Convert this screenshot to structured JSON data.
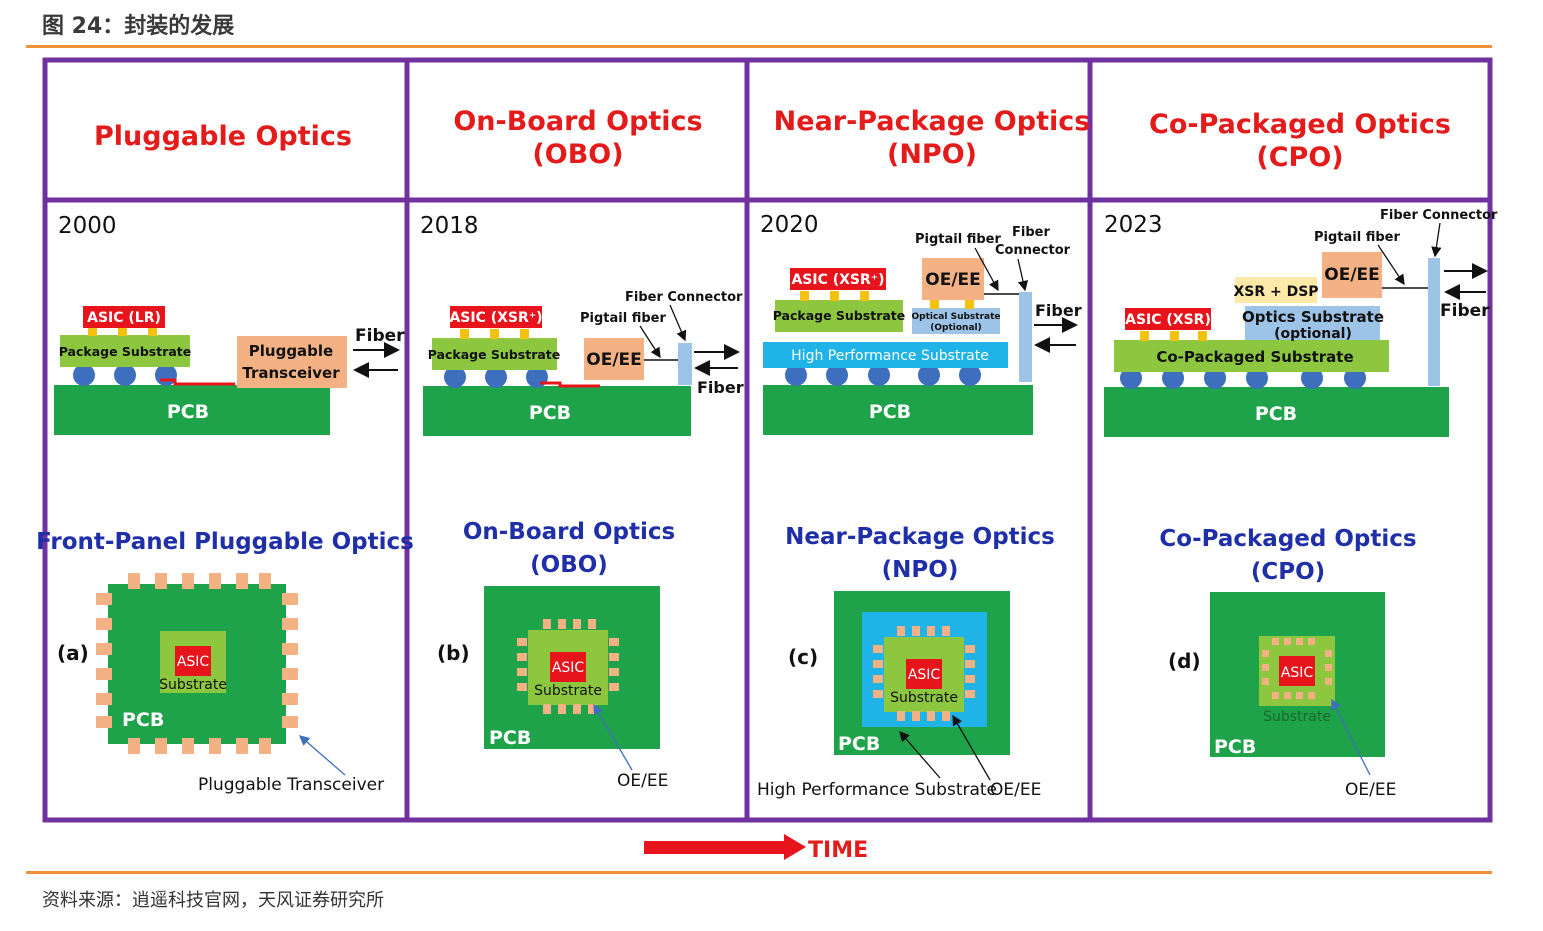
{
  "figure_title": "图 24：封装的发展",
  "source": "资料来源：逍遥科技官网，天风证券研究所",
  "panels": [
    {
      "header": [
        "Pluggable Optics"
      ],
      "year": "2000",
      "asic_label": "ASIC (LR)",
      "package_label": "Package Substrate",
      "module_label": [
        "Pluggable",
        "Transceiver"
      ],
      "fiber_label": "Fiber",
      "pcb_label": "PCB",
      "subtitle": [
        "Front-Panel Pluggable Optics"
      ],
      "letter": "(a)",
      "chip_asic": "ASIC",
      "chip_substrate": "Substrate",
      "chip_pcb": "PCB",
      "pointer_label": "Pluggable Transceiver"
    },
    {
      "header": [
        "On-Board Optics",
        "(OBO)"
      ],
      "year": "2018",
      "asic_label": "ASIC (XSR⁺)",
      "package_label": "Package Substrate",
      "oe_label": "OE/EE",
      "fiber_connector": "Fiber Connector",
      "pigtail": "Pigtail fiber",
      "fiber_label": "Fiber",
      "pcb_label": "PCB",
      "subtitle": [
        "On-Board Optics",
        "(OBO)"
      ],
      "letter": "(b)",
      "chip_asic": "ASIC",
      "chip_substrate": "Substrate",
      "chip_pcb": "PCB",
      "pointer_label": "OE/EE"
    },
    {
      "header": [
        "Near-Package Optics",
        "(NPO)"
      ],
      "year": "2020",
      "asic_label": "ASIC (XSR⁺)",
      "package_label": "Package Substrate",
      "oe_label": "OE/EE",
      "optical_sub": [
        "Optical Substrate",
        "(Optional)"
      ],
      "hps_label": "High Performance Substrate",
      "pigtail": "Pigtail fiber",
      "fiber_connector": [
        "Fiber",
        "Connector"
      ],
      "fiber_label": "Fiber",
      "pcb_label": "PCB",
      "subtitle": [
        "Near-Package Optics",
        "(NPO)"
      ],
      "letter": "(c)",
      "chip_asic": "ASIC",
      "chip_substrate": "Substrate",
      "chip_pcb": "PCB",
      "pointer_label_left": "High Performance Substrate",
      "pointer_label": "OE/EE"
    },
    {
      "header": [
        "Co-Packaged Optics",
        "(CPO)"
      ],
      "year": "2023",
      "asic_label": "ASIC (XSR)",
      "xsr_label": "XSR + DSP",
      "oe_label": "OE/EE",
      "optics_sub": [
        "Optics Substrate",
        "(optional)"
      ],
      "co_sub": "Co-Packaged Substrate",
      "pigtail": "Pigtail fiber",
      "fiber_connector": "Fiber Connector",
      "fiber_label": "Fiber",
      "pcb_label": "PCB",
      "subtitle": [
        "Co-Packaged Optics",
        "(CPO)"
      ],
      "letter": "(d)",
      "chip_asic": "ASIC",
      "chip_substrate": "Substrate",
      "chip_pcb": "PCB",
      "pointer_label": "OE/EE"
    }
  ],
  "time_label": "TIME",
  "colors": {
    "frame": "#7030a0",
    "pcb": "#1fa34a",
    "package": "#8dc63f",
    "asic": "#e8141c",
    "asic_pad": "#f2c20e",
    "module": "#f4b183",
    "bump": "#3e6fbf",
    "hps": "#1fb3e8",
    "optical": "#9dc3e6",
    "trace": "#e8141c",
    "header_text": "#e41b1b",
    "subtitle_text": "#1f2fa8",
    "orange_rule": "#f0903a"
  }
}
